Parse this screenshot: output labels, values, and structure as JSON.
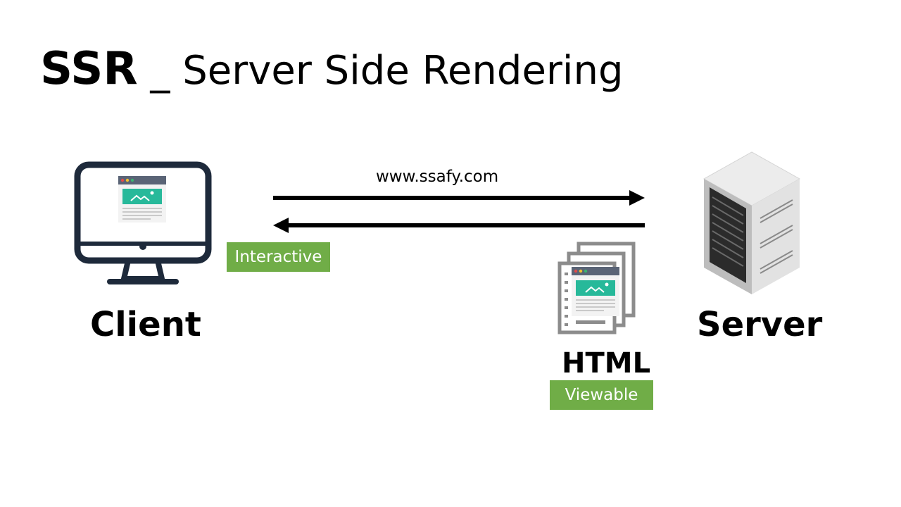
{
  "title": {
    "acronym": "SSR",
    "separator": "_",
    "full": "Server Side Rendering"
  },
  "client": {
    "label": "Client",
    "icon": "monitor-icon"
  },
  "server": {
    "label": "Server",
    "icon": "server-rack-icon"
  },
  "request": {
    "url": "www.ssafy.com"
  },
  "response": {
    "icon": "html-documents-icon",
    "label": "HTML"
  },
  "badges": {
    "interactive": "Interactive",
    "viewable": "Viewable"
  },
  "colors": {
    "badge_green": "#70ad47",
    "monitor_navy": "#1e2a3b",
    "screen_teal": "#27b99a",
    "server_gray": "#d9d9d9"
  }
}
